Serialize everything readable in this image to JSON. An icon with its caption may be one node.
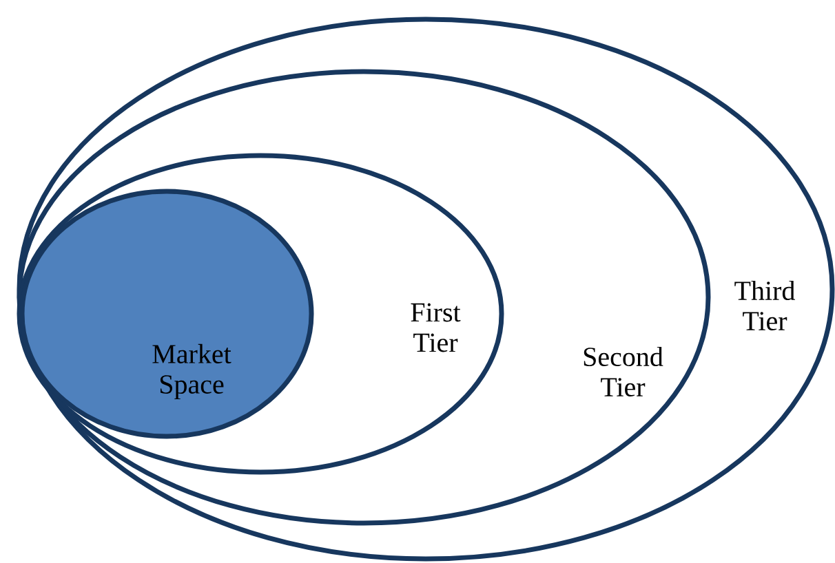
{
  "diagram": {
    "nodes": [
      {
        "text": [
          "Third Tier"
        ]
      },
      {
        "text": [
          "Second Tier"
        ],
        "in": 0
      },
      {
        "text": [
          "First Tier"
        ],
        "in": 1
      },
      {
        "text": [
          "Market Space"
        ],
        "in": 2
      }
    ]
  }
}
